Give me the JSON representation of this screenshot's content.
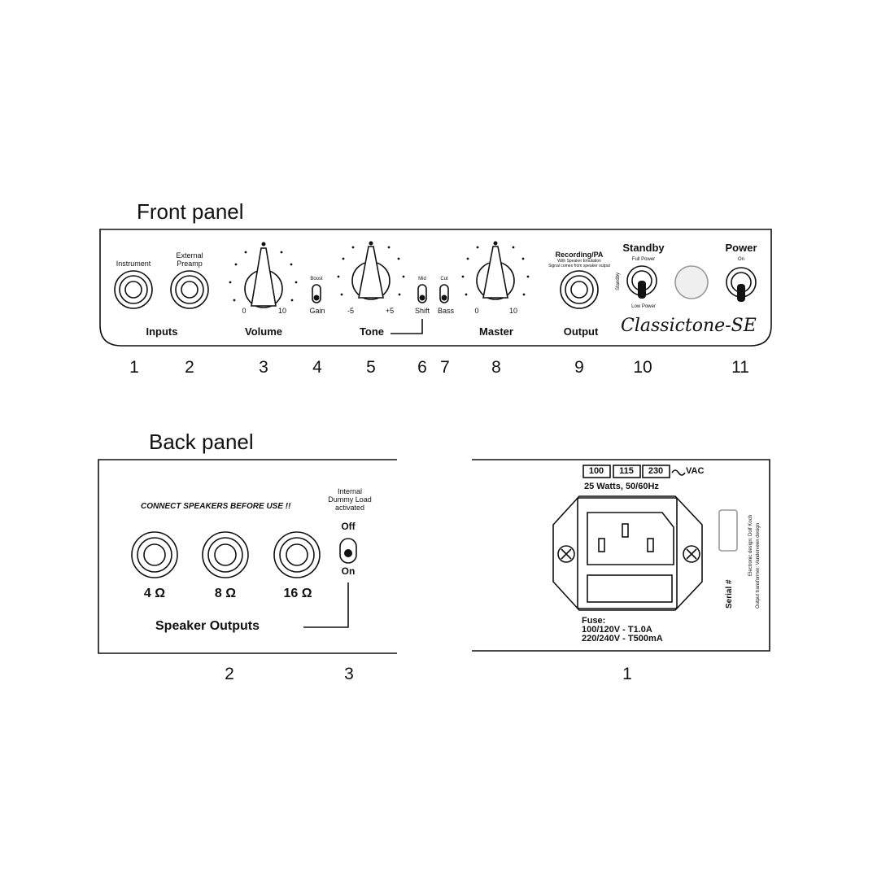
{
  "front": {
    "title": "Front panel",
    "instrument": "Instrument",
    "external_preamp_1": "External",
    "external_preamp_2": "Preamp",
    "inputs": "Inputs",
    "vol_min": "0",
    "vol_max": "10",
    "volume": "Volume",
    "boost": "Boost",
    "gain": "Gain",
    "tone_min": "-5",
    "tone_max": "+5",
    "tone": "Tone",
    "mid": "Mid",
    "shift": "Shift",
    "cut": "Cut",
    "bass": "Bass",
    "master_min": "0",
    "master_max": "10",
    "master": "Master",
    "recording": "Recording/PA",
    "recording_sub1": "With Speaker Emulation",
    "recording_sub2": "Signal comes from speaker output",
    "output": "Output",
    "standby": "Standby",
    "full_power": "Full Power",
    "standby_small": "Standby",
    "low_power": "Low Power",
    "power": "Power",
    "on": "On",
    "brand": "Classictone-SE",
    "numbers": [
      "1",
      "2",
      "3",
      "4",
      "5",
      "6",
      "7",
      "8",
      "9",
      "10",
      "11"
    ]
  },
  "back": {
    "title": "Back panel",
    "warning": "CONNECT SPEAKERS BEFORE USE !!",
    "dummy_1": "Internal",
    "dummy_2": "Dummy Load",
    "dummy_3": "activated",
    "off": "Off",
    "on": "On",
    "ohm4": "4 Ω",
    "ohm8": "8 Ω",
    "ohm16": "16 Ω",
    "speaker_outputs": "Speaker Outputs",
    "numbers_left": [
      "2",
      "3"
    ],
    "voltages": [
      "100",
      "115",
      "230"
    ],
    "vac": "VAC",
    "watts": "25 Watts, 50/60Hz",
    "fuse_1": "Fuse:",
    "fuse_2": "100/120V - T1.0A",
    "fuse_3": "220/240V - T500mA",
    "serial": "Serial #",
    "design_1": "Electronic design: Dolf Koch",
    "design_2": "Output transformer: Vanderveen design",
    "number_right": "1"
  }
}
